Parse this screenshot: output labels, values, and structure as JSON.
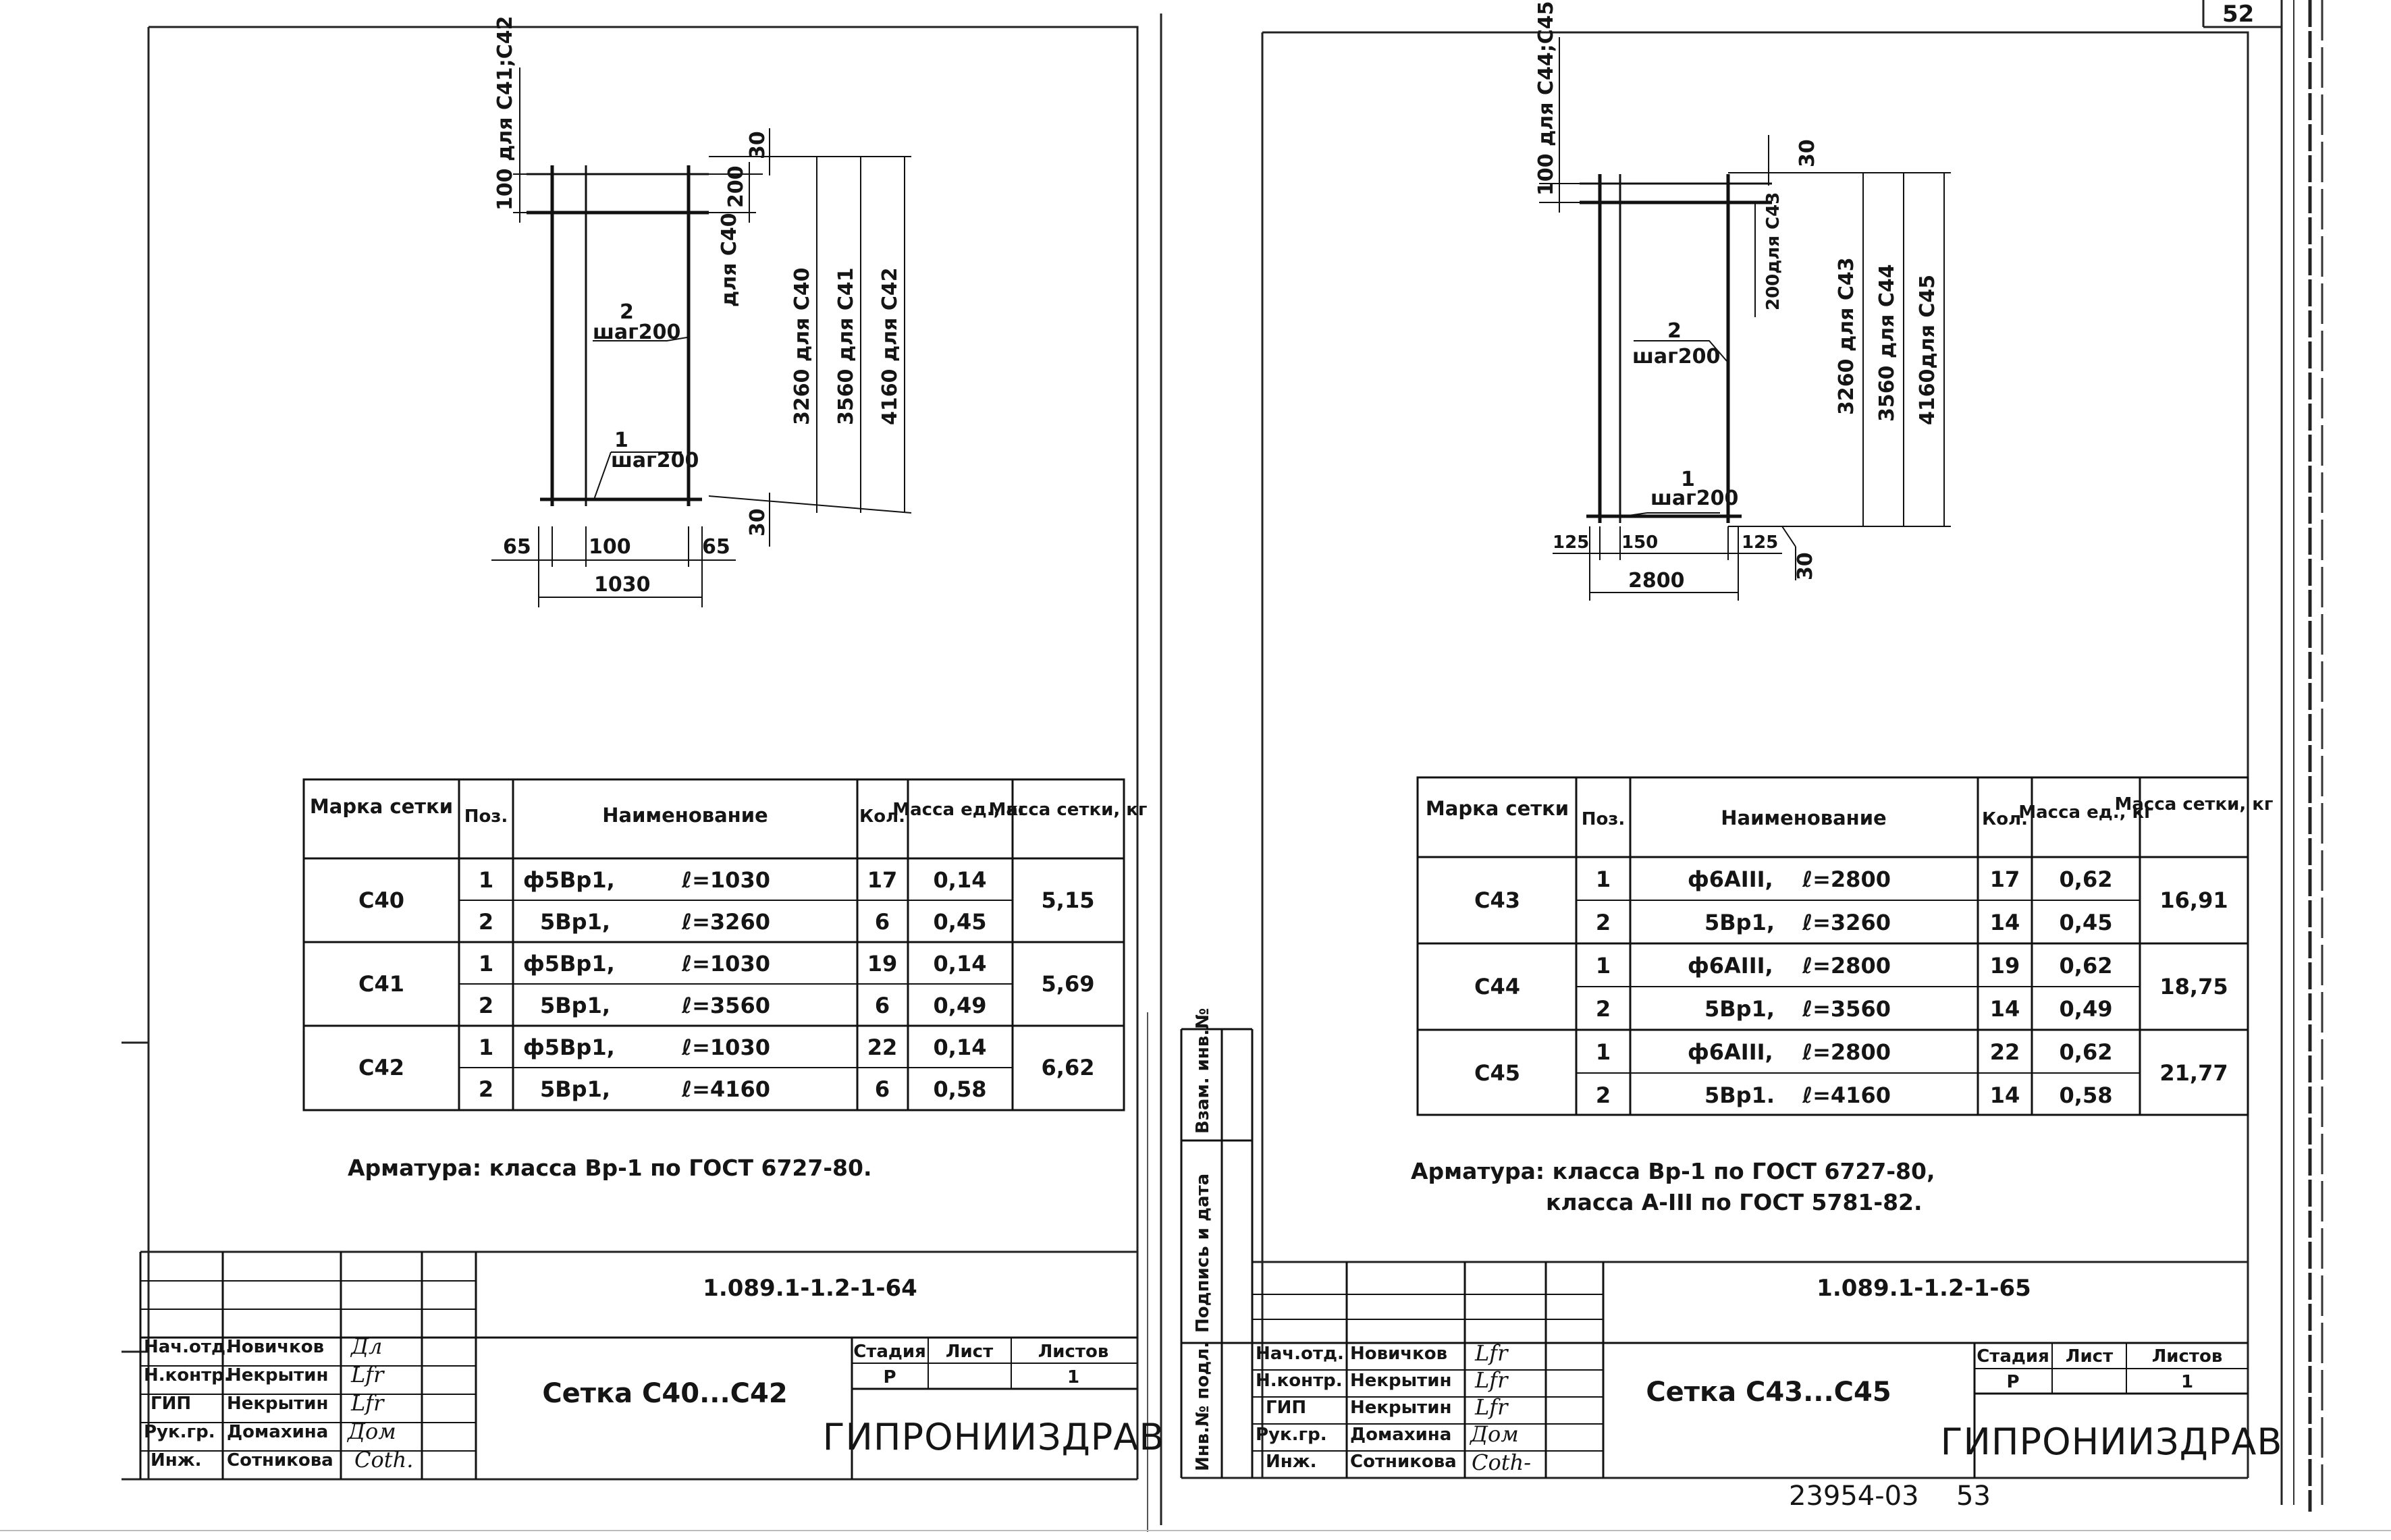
{
  "page_number": "52",
  "left": {
    "dims": {
      "top_label": "100 для С41;С42",
      "t30": "30",
      "t200": "200",
      "for_c40": "для С40",
      "l3260": "3260 для С40",
      "l3560": "3560 для С41",
      "l4160": "4160 для С42",
      "pos2": "2",
      "step2": "шаг200",
      "pos1": "1",
      "step1": "шаг200",
      "b30": "30",
      "w65a": "65",
      "w100": "100",
      "w65b": "65",
      "w1030": "1030"
    },
    "table": {
      "headers": [
        "Марка сетки",
        "Поз.",
        "Наименование",
        "Кол.",
        "Масса ед., кг",
        "Масса сетки, кг"
      ],
      "groups": [
        {
          "mark": "С40",
          "mass": "5,15",
          "rows": [
            {
              "pos": "1",
              "name": "ф5Вр1,",
              "len": "ℓ=1030",
              "qty": "17",
              "unit": "0,14"
            },
            {
              "pos": "2",
              "name": "5Вр1,",
              "len": "ℓ=3260",
              "qty": "6",
              "unit": "0,45"
            }
          ]
        },
        {
          "mark": "С41",
          "mass": "5,69",
          "rows": [
            {
              "pos": "1",
              "name": "ф5Вр1,",
              "len": "ℓ=1030",
              "qty": "19",
              "unit": "0,14"
            },
            {
              "pos": "2",
              "name": "5Вр1,",
              "len": "ℓ=3560",
              "qty": "6",
              "unit": "0,49"
            }
          ]
        },
        {
          "mark": "С42",
          "mass": "6,62",
          "rows": [
            {
              "pos": "1",
              "name": "ф5Вр1,",
              "len": "ℓ=1030",
              "qty": "22",
              "unit": "0,14"
            },
            {
              "pos": "2",
              "name": "5Вр1,",
              "len": "ℓ=4160",
              "qty": "6",
              "unit": "0,58"
            }
          ]
        }
      ]
    },
    "note1": "Арматура: класса Вр-1 по ГОСТ 6727-80.",
    "stamp": {
      "doc_code": "1.089.1-1.2-1-64",
      "title": "Сетка С40...С42",
      "stage_label": "Стадия",
      "sheet_label": "Лист",
      "sheets_label": "Листов",
      "stage": "Р",
      "sheets": "1",
      "org": "ГИПРОНИИЗДРАВ",
      "roles": [
        "Нач.отд.",
        "Н.контр.",
        "ГИП",
        "Рук.гр.",
        "Инж."
      ],
      "names": [
        "Новичков",
        "Некрытин",
        "Некрытин",
        "Домахина",
        "Сотникова"
      ],
      "sigs": [
        "Дл",
        "Lfr",
        "Lfr",
        "Дом",
        "Соth."
      ]
    }
  },
  "right": {
    "dims": {
      "top_label": "100 для С44;С45",
      "t30": "30",
      "t200": "200для С43",
      "l3260": "3260 для С43",
      "l3560": "3560 для С44",
      "l4160": "4160для С45",
      "pos2": "2",
      "step2": "шаг200",
      "pos1": "1",
      "step1": "шаг200",
      "b30": "30",
      "w125a": "125",
      "w150": "150",
      "w125b": "125",
      "w2800": "2800"
    },
    "table": {
      "headers": [
        "Марка сетки",
        "Поз.",
        "Наименование",
        "Кол.",
        "Масса ед., кг",
        "Масса сетки, кг"
      ],
      "groups": [
        {
          "mark": "С43",
          "mass": "16,91",
          "rows": [
            {
              "pos": "1",
              "name": "ф6АIII,",
              "len": "ℓ=2800",
              "qty": "17",
              "unit": "0,62"
            },
            {
              "pos": "2",
              "name": "5Вр1,",
              "len": "ℓ=3260",
              "qty": "14",
              "unit": "0,45"
            }
          ]
        },
        {
          "mark": "С44",
          "mass": "18,75",
          "rows": [
            {
              "pos": "1",
              "name": "ф6АIII,",
              "len": "ℓ=2800",
              "qty": "19",
              "unit": "0,62"
            },
            {
              "pos": "2",
              "name": "5Вр1,",
              "len": "ℓ=3560",
              "qty": "14",
              "unit": "0,49"
            }
          ]
        },
        {
          "mark": "С45",
          "mass": "21,77",
          "rows": [
            {
              "pos": "1",
              "name": "ф6АIII,",
              "len": "ℓ=2800",
              "qty": "22",
              "unit": "0,62"
            },
            {
              "pos": "2",
              "name": "5Вр1.",
              "len": "ℓ=4160",
              "qty": "14",
              "unit": "0,58"
            }
          ]
        }
      ]
    },
    "note1": "Арматура: класса Вр-1 по ГОСТ 6727-80,",
    "note2": "класса А-III по ГОСТ 5781-82.",
    "side_labels": [
      "Взам. инв.№",
      "Подпись и дата",
      "Инв.№ подл."
    ],
    "stamp": {
      "doc_code": "1.089.1-1.2-1-65",
      "title": "Сетка С43...С45",
      "stage_label": "Стадия",
      "sheet_label": "Лист",
      "sheets_label": "Листов",
      "stage": "Р",
      "sheets": "1",
      "org": "ГИПРОНИИЗДРАВ",
      "roles": [
        "Нач.отд.",
        "Н.контр.",
        "ГИП",
        "Рук.гр.",
        "Инж."
      ],
      "names": [
        "Новичков",
        "Некрытин",
        "Некрытин",
        "Домахина",
        "Сотникова"
      ],
      "sigs": [
        "Lfr",
        "Lfr",
        "Lfr",
        "Дом",
        "Соth-"
      ]
    }
  },
  "footer_code": "23954-03",
  "footer_page": "53"
}
